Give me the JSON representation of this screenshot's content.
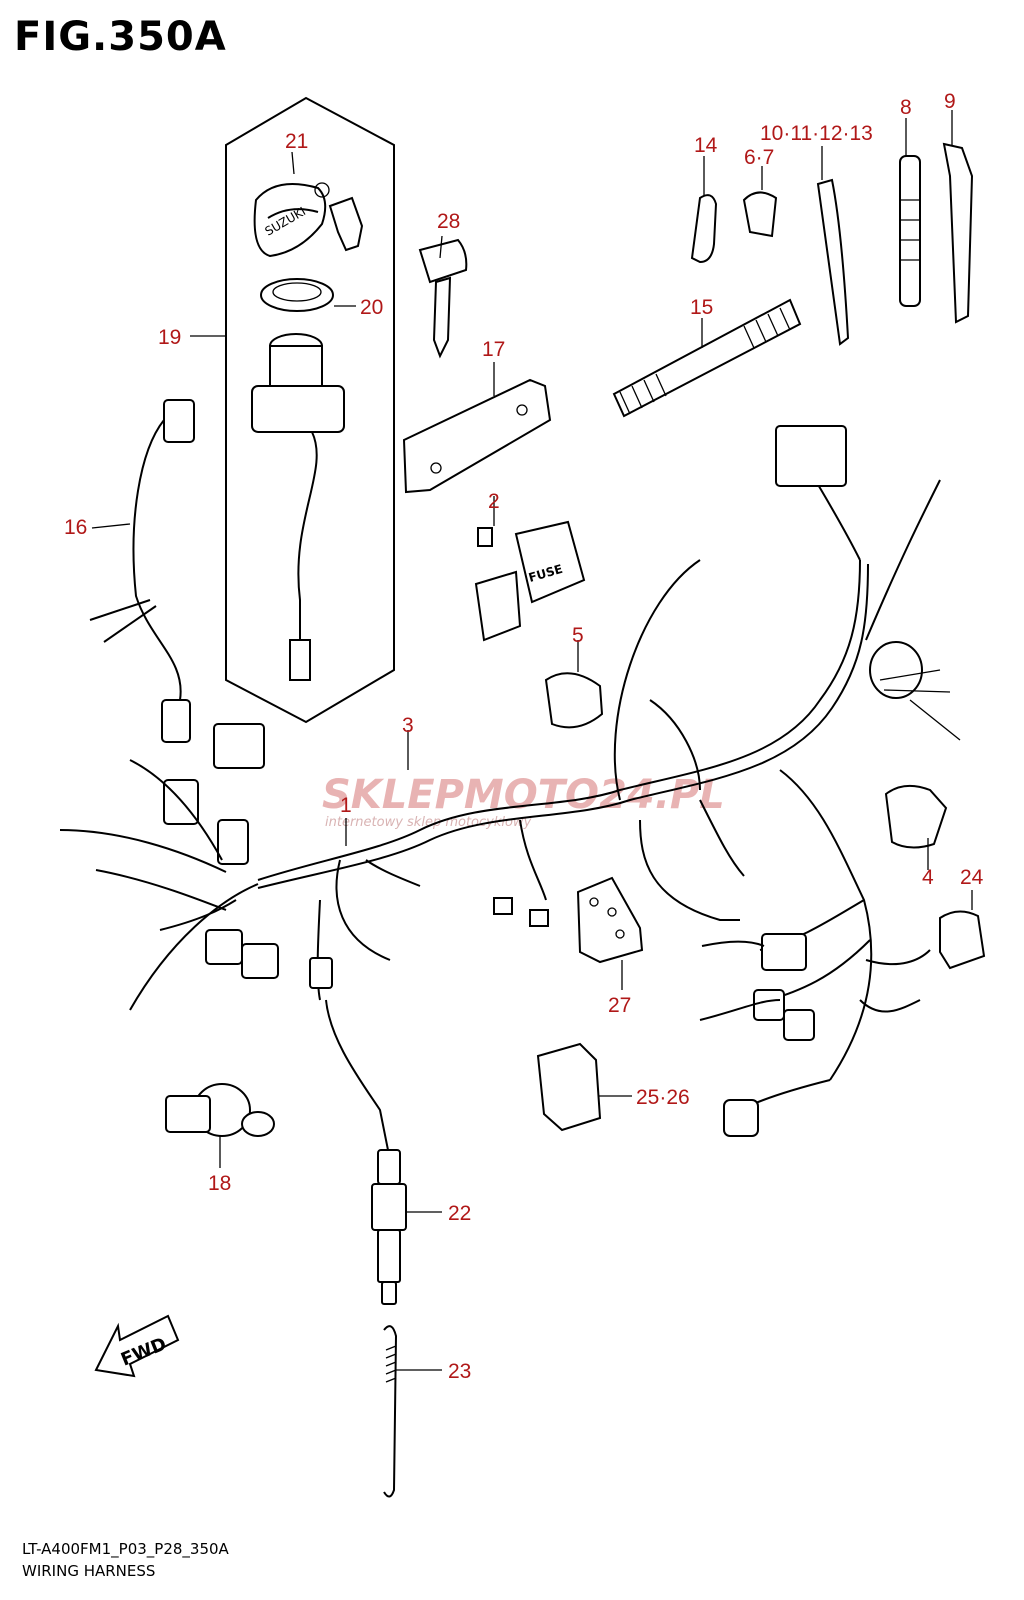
{
  "figure": {
    "title": "FIG.350A",
    "model_code": "LT-A400FM1_P03_P28_350A",
    "section_name": "WIRING HARNESS"
  },
  "labels": {
    "l1": "1",
    "l2": "2",
    "l3": "3",
    "l4": "4",
    "l5": "5",
    "l6_7": "6·7",
    "l8": "8",
    "l9": "9",
    "l10_13": "10·11·12·13",
    "l14": "14",
    "l15": "15",
    "l16": "16",
    "l17": "17",
    "l18": "18",
    "l19": "19",
    "l20": "20",
    "l21": "21",
    "l22": "22",
    "l23": "23",
    "l24": "24",
    "l25_26": "25·26",
    "l27": "27",
    "l28": "28"
  },
  "parts": {
    "key_brand": "SUZUKI",
    "fuse_text": "FUSE",
    "fwd_text": "FWD"
  },
  "watermark": {
    "brand": "SKLEPMOTO24.PL",
    "tagline": "internetowy sklep motocyklowy"
  },
  "colors": {
    "callout": "#b01818",
    "line": "#000000",
    "watermark": "#e8b3b3"
  }
}
